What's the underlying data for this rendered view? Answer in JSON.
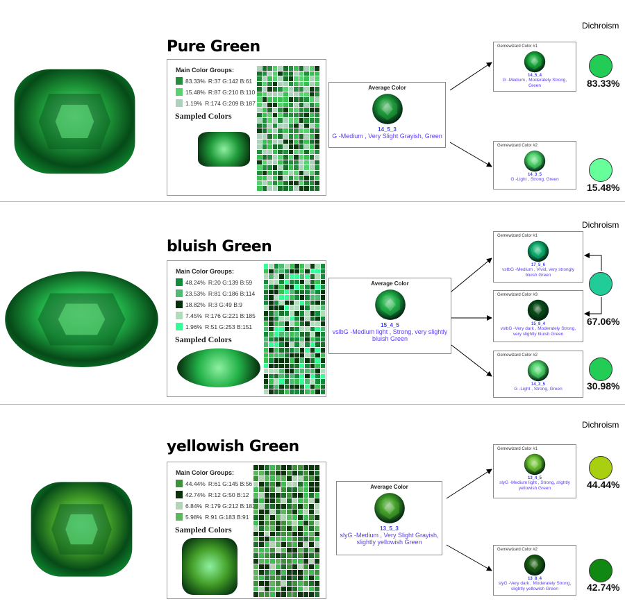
{
  "sections": [
    {
      "title": "Pure Green",
      "dichroism_label": "Dichroism",
      "main_color_groups_label": "Main Color Groups:",
      "sampled_colors_label": "Sampled Colors",
      "groups": [
        {
          "percent": "83.33%",
          "rgb": "R:37 G:142 B:61",
          "color": "#258e3d"
        },
        {
          "percent": "15.48%",
          "rgb": "R:87 G:210 B:110",
          "color": "#57d26e"
        },
        {
          "percent": "1.19%",
          "rgb": "R:174 G:209 B:187",
          "color": "#aed1bb"
        }
      ],
      "average": {
        "label": "Average Color",
        "code": "14_5_3",
        "description": "G -Medium , Very Slight Grayish, Green",
        "color": "#1f9a3a"
      },
      "gemewizard": [
        {
          "label": "Gemewizard Color #1",
          "code": "14_5_4",
          "description": "G -Medium , Moderately Strong, Green",
          "color": "#1aa83a"
        },
        {
          "label": "Gemewizard Color #2",
          "code": "14_3_5",
          "description": "G -Light , Strong, Green",
          "color": "#4fd36a"
        }
      ],
      "dichroism": [
        {
          "color": "#22cc55",
          "percent": "83.33%"
        },
        {
          "color": "#66ff99",
          "percent": "15.48%"
        }
      ]
    },
    {
      "title": "bluish Green",
      "dichroism_label": "Dichroism",
      "main_color_groups_label": "Main Color Groups:",
      "sampled_colors_label": "Sampled Colors",
      "groups": [
        {
          "percent": "48.24%",
          "rgb": "R:20 G:139 B:59",
          "color": "#148b3b"
        },
        {
          "percent": "23.53%",
          "rgb": "R:81 G:186 B:114",
          "color": "#51ba72"
        },
        {
          "percent": "18.82%",
          "rgb": "R:3 G:49 B:9",
          "color": "#033109"
        },
        {
          "percent": "7.45%",
          "rgb": "R:176 G:221 B:185",
          "color": "#b0ddb9"
        },
        {
          "percent": "1.96%",
          "rgb": "R:51 G:253 B:151",
          "color": "#33fd97"
        }
      ],
      "average": {
        "label": "Average Color",
        "code": "15_4_5",
        "description": "vslbG -Medium light , Strong, very slightly bluish Green",
        "color": "#22b048"
      },
      "gemewizard": [
        {
          "label": "Gemewizard Color #1",
          "code": "17_5_6",
          "description": "vstbG -Medium , Vivid, very strongly bluish Green",
          "color": "#10b070"
        },
        {
          "label": "Gemewizard Color #3",
          "code": "15_8_4",
          "description": "vslbG -Very dark , Moderately Strong, very slightly bluish Green",
          "color": "#0a4a18"
        },
        {
          "label": "Gemewizard Color #2",
          "code": "14_3_5",
          "description": "G -Light , Strong, Green",
          "color": "#4fd36a"
        }
      ],
      "dichroism": [
        {
          "color": "#22cc99",
          "percent": "67.06%"
        },
        {
          "color": "#22cc55",
          "percent": "30.98%"
        }
      ]
    },
    {
      "title": "yellowish Green",
      "dichroism_label": "Dichroism",
      "main_color_groups_label": "Main Color Groups:",
      "sampled_colors_label": "Sampled Colors",
      "groups": [
        {
          "percent": "44.44%",
          "rgb": "R:61 G:145 B:56",
          "color": "#3d9138"
        },
        {
          "percent": "42.74%",
          "rgb": "R:12 G:50 B:12",
          "color": "#0c320c"
        },
        {
          "percent": "6.84%",
          "rgb": "R:179 G:212 B:183",
          "color": "#b3d4b7"
        },
        {
          "percent": "5.98%",
          "rgb": "R:91 G:183 B:91",
          "color": "#5bb75b"
        }
      ],
      "average": {
        "label": "Average Color",
        "code": "13_5_3",
        "description": "slyG -Medium , Very Slight Grayish, slightly yellowish Green",
        "color": "#44a028"
      },
      "gemewizard": [
        {
          "label": "Gemewizard Color #1",
          "code": "13_4_5",
          "description": "slyG -Medium light , Strong, slightly yellowish Green",
          "color": "#6cc030"
        },
        {
          "label": "Gemewizard Color #2",
          "code": "13_8_4",
          "description": "slyG -Very dark , Moderately Strong, slightly yellowish Green",
          "color": "#1a5a10"
        }
      ],
      "dichroism": [
        {
          "color": "#a8d010",
          "percent": "44.44%"
        },
        {
          "color": "#118811",
          "percent": "42.74%"
        }
      ]
    }
  ]
}
